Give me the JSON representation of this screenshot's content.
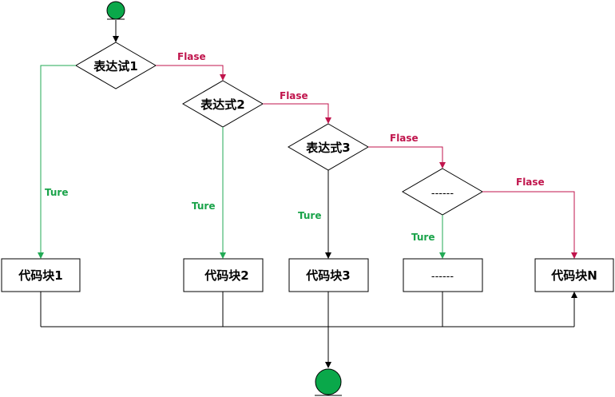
{
  "colors": {
    "true_branch": "#22aa55",
    "false_branch": "#c0144c",
    "neutral": "#000000",
    "terminal_fill": "#0aa84a"
  },
  "nodes": {
    "cond1": "表达试1",
    "cond2": "表达式2",
    "cond3": "表达式3",
    "cond4": "------",
    "block1": "代码块1",
    "block2": "代码块2",
    "block3": "代码块3",
    "block4": "------",
    "blockN": "代码块N"
  },
  "edge_labels": {
    "false1": "Flase",
    "false2": "Flase",
    "false3": "Flase",
    "false4": "Flase",
    "true1": "Ture",
    "true2": "Ture",
    "true3": "Ture",
    "true4": "Ture"
  }
}
